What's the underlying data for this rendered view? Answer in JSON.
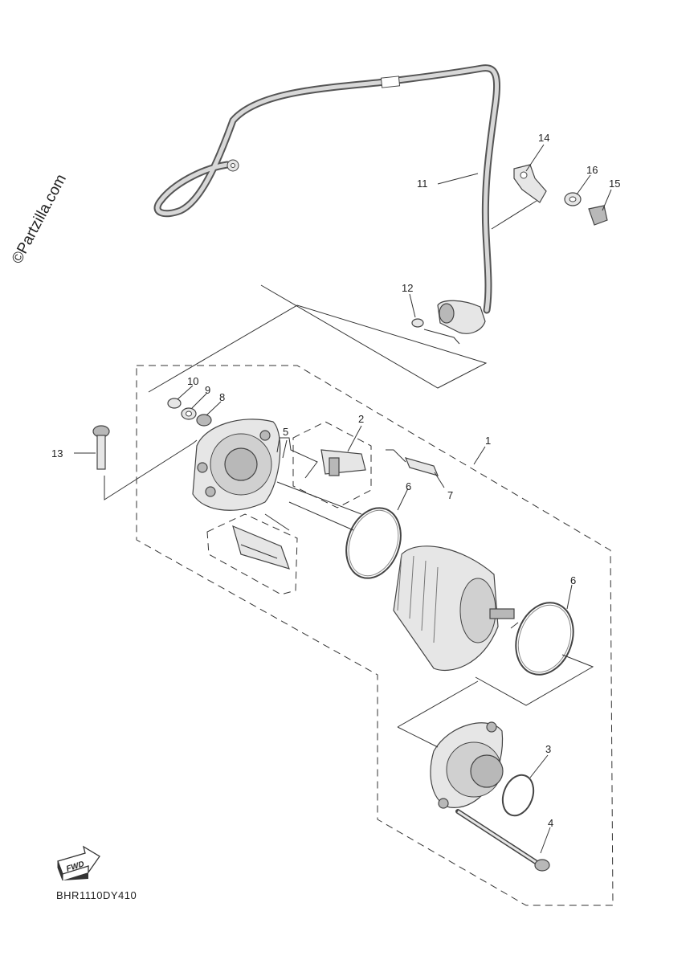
{
  "diagram": {
    "code": "BHR1110DY410",
    "watermark": "©Partzilla.com",
    "fwd_label": "FWD",
    "callouts": {
      "c1": "1",
      "c2": "2",
      "c3": "3",
      "c4": "4",
      "c5": "5",
      "c6a": "6",
      "c6b": "6",
      "c7": "7",
      "c8": "8",
      "c9": "9",
      "c10": "10",
      "c11": "11",
      "c12": "12",
      "c13": "13",
      "c14": "14",
      "c15": "15",
      "c16": "16"
    }
  }
}
